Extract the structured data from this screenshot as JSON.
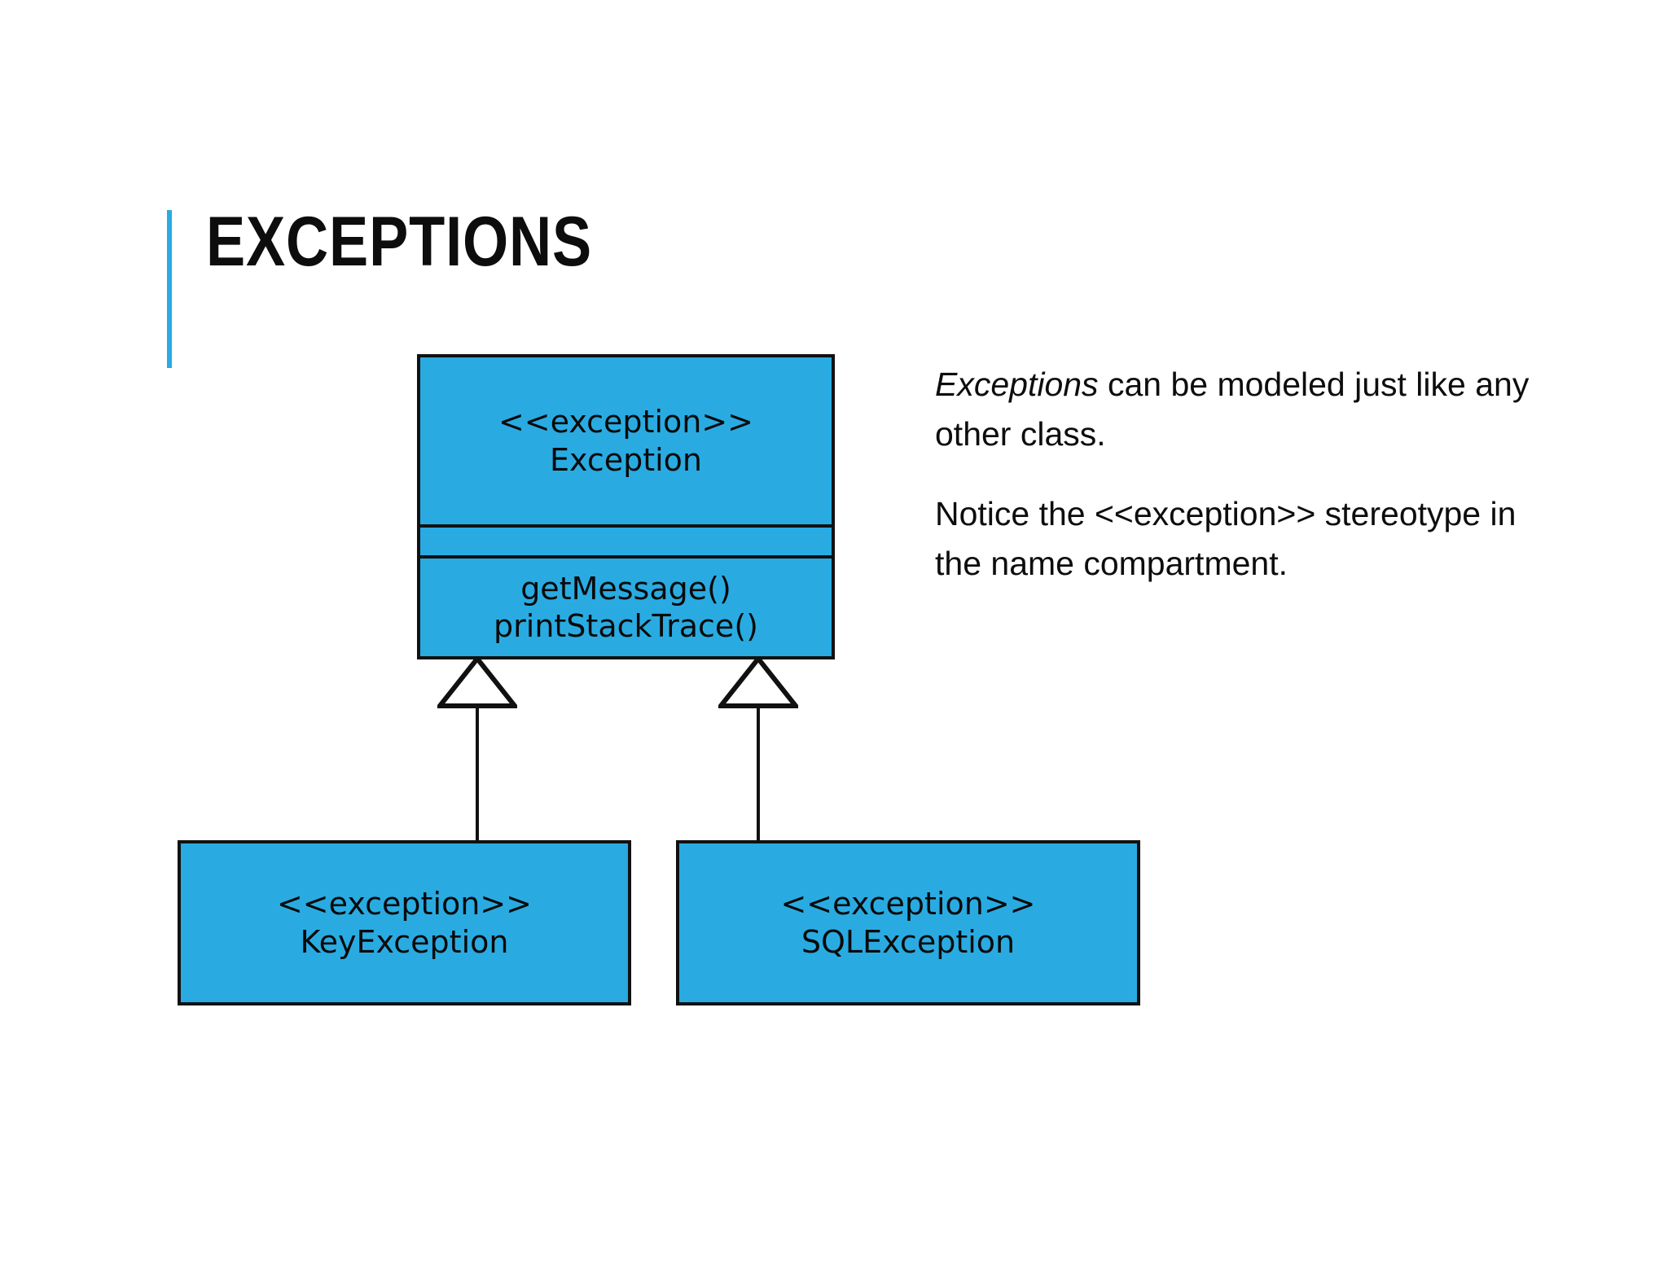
{
  "slide": {
    "title": "EXCEPTIONS",
    "accent_color": "#29abe2",
    "background_color": "#ffffff",
    "box_fill_color": "#29abe2",
    "box_border_color": "#111111",
    "text_color": "#0d0d0d"
  },
  "diagram": {
    "type": "uml-class-diagram",
    "parent": {
      "stereotype": "<<exception>>",
      "name": "Exception",
      "attributes": [],
      "operations": [
        "getMessage()",
        "printStackTrace()"
      ]
    },
    "children": [
      {
        "stereotype": "<<exception>>",
        "name": "KeyException",
        "relationship": "generalization"
      },
      {
        "stereotype": "<<exception>>",
        "name": "SQLException",
        "relationship": "generalization"
      }
    ]
  },
  "body": {
    "paragraph_1_emphasis": "Exceptions",
    "paragraph_1_rest": " can be modeled just like any other class.",
    "paragraph_2": "Notice the <<exception>> stereotype in the name compartment."
  }
}
